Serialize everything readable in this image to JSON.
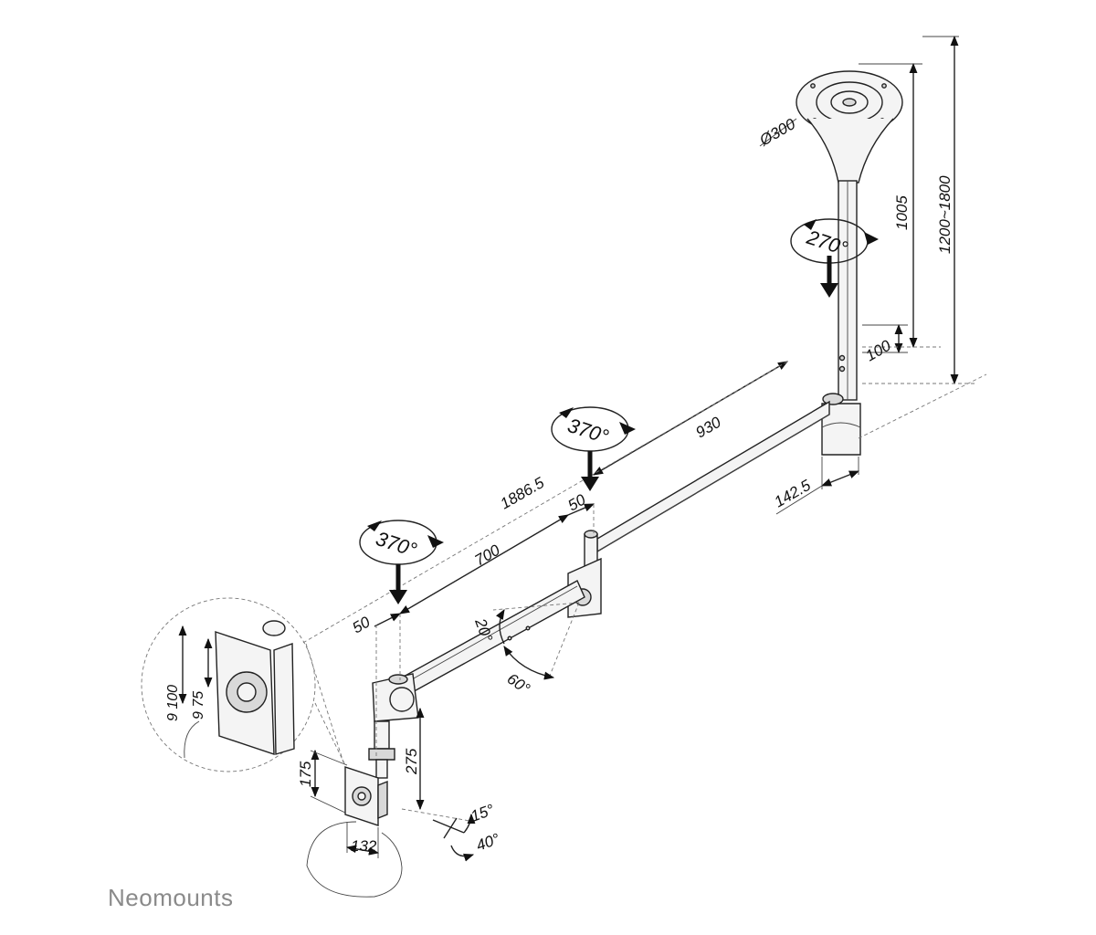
{
  "brand": "Neomounts",
  "dimensions": {
    "plate_diameter": "Ø300",
    "pole_length": "1005",
    "total_height": "1200~1800",
    "height_adjust": "100",
    "arm_upper": "930",
    "total_reach": "1886.5",
    "arm_lower": "700",
    "joint_offset_upper": "50",
    "joint_offset_lower": "50",
    "clamp_depth": "142.5",
    "drop_height": "275",
    "head_height": "175",
    "head_width": "132",
    "detail_height_a": "9 100",
    "detail_height_b": "9 75"
  },
  "rotations": {
    "ceiling": "270°",
    "middle_joint": "370°",
    "lower_joint": "370°"
  },
  "angles": {
    "tilt_up": "20°",
    "tilt_down": "60°",
    "head_tilt": "15°",
    "head_swivel": "40°"
  },
  "colors": {
    "line": "#222222",
    "brand": "#8a8a8a"
  }
}
